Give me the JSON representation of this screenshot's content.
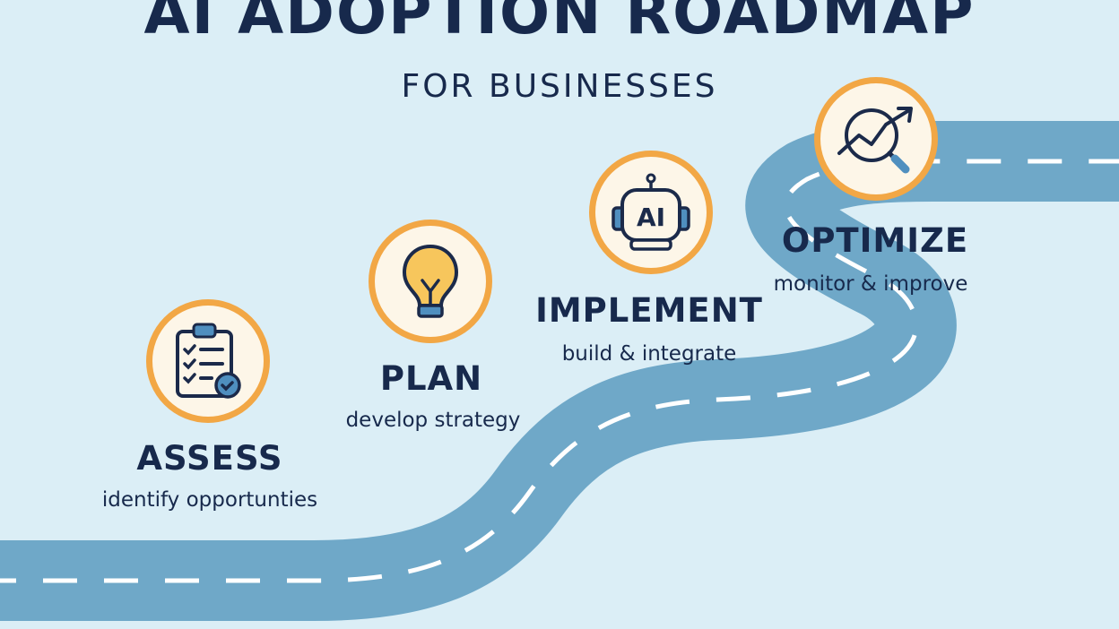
{
  "header": {
    "title": "AI ADOPTION ROADMAP",
    "subtitle": "FOR BUSINESSES"
  },
  "steps": [
    {
      "name": "ASSESS",
      "description": "identify opportunties",
      "icon": "clipboard-checklist-icon"
    },
    {
      "name": "PLAN",
      "description": "develop strategy",
      "icon": "lightbulb-icon"
    },
    {
      "name": "IMPLEMENT",
      "description": "build & integrate",
      "icon": "ai-robot-icon"
    },
    {
      "name": "OPTIMIZE",
      "description": "monitor & improve",
      "icon": "trend-magnifier-icon"
    }
  ],
  "robot_label": "AI",
  "colors": {
    "background": "#dbeef6",
    "road": "#6fa8c8",
    "road_marking": "#ffffff",
    "badge_ring": "#f2a745",
    "badge_fill": "#fdf6e8",
    "text": "#17294c",
    "bulb": "#f7c65c",
    "icon_blue": "#4f8fbf"
  }
}
